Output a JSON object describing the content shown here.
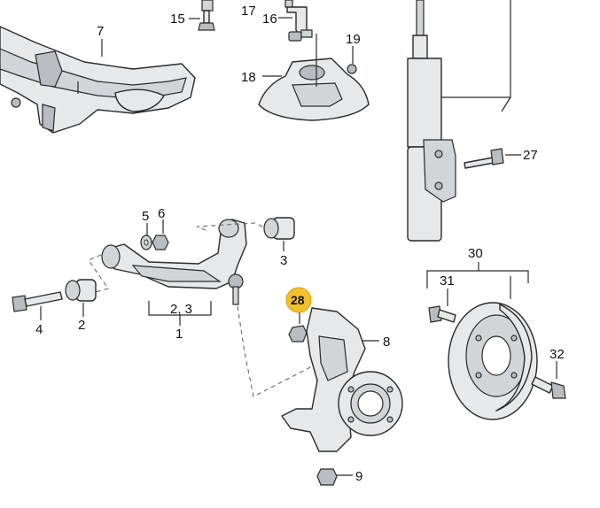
{
  "callouts": {
    "c1": "1",
    "c2": "2",
    "c23": "2, 3",
    "c3": "3",
    "c4": "4",
    "c5": "5",
    "c6": "6",
    "c7": "7",
    "c8": "8",
    "c9": "9",
    "c15": "15",
    "c16": "16",
    "c17": "17",
    "c18": "18",
    "c19": "19",
    "c27": "27",
    "c28": "28",
    "c30": "30",
    "c31": "31",
    "c32": "32"
  },
  "colors": {
    "highlight": "#f2c12e",
    "line": "#2a2a2a",
    "part_fill": "#e6e8ea"
  }
}
